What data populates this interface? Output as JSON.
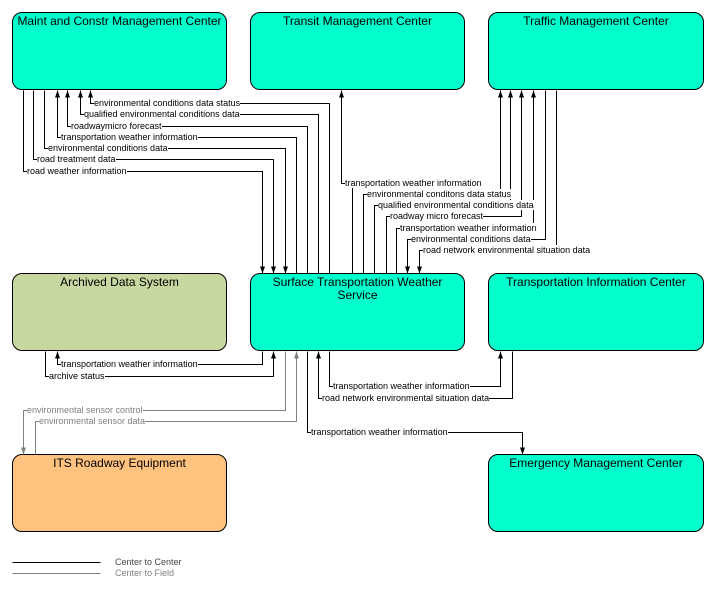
{
  "diagram": {
    "boxes": {
      "maint_constr": "Maint and Constr Management Center",
      "transit": "Transit Management Center",
      "traffic": "Traffic Management Center",
      "archived": "Archived Data System",
      "stws": "Surface Transportation Weather Service",
      "tic": "Transportation Information Center",
      "its_roadway": "ITS Roadway Equipment",
      "emergency": "Emergency Management Center"
    },
    "flows": {
      "maint_constr": [
        "environmental conditions data status",
        "qualified environmental conditions data",
        "roadwaymicro forecast",
        "transportation weather information",
        "environmental conditions data",
        "road treatment data",
        "road weather information"
      ],
      "transit": [
        "transportation weather information"
      ],
      "traffic": [
        "environmental conditons data status",
        "qualified environmental conditions data",
        "roadway micro forecast",
        "transportation weather information",
        "environmental conditions data",
        "road network environmental situation data"
      ],
      "archived": [
        "transportation weather information",
        "archive status"
      ],
      "tic": [
        "transportation weather information",
        "road network environmental situation data"
      ],
      "its_roadway": [
        "environmental sensor control",
        "environmental sensor data"
      ],
      "emergency": [
        "transportation weather information"
      ]
    },
    "legend": {
      "center_to_center": "Center to Center",
      "center_to_field": "Center to Field"
    }
  },
  "colors": {
    "center_box": "#00FFCC",
    "archive_box": "#C7D7A0",
    "field_box": "#FFC27F",
    "center_to_center_line": "#000000",
    "center_to_field_line": "#808080"
  }
}
